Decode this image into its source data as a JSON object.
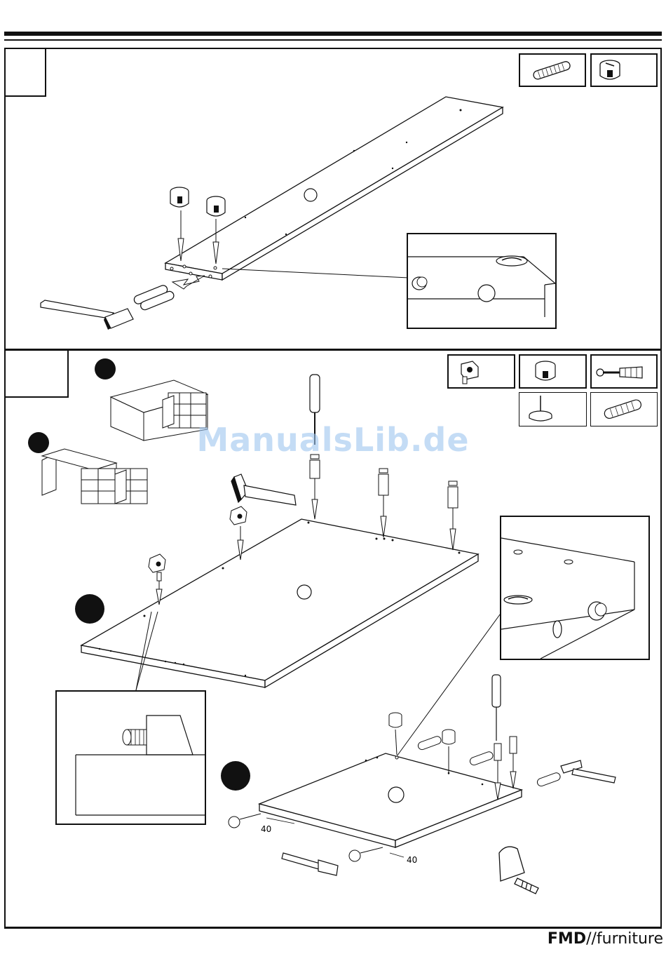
{
  "document": {
    "watermark": "ManualsLib.de",
    "footer": {
      "brand_bold": "FMD",
      "brand_rest": "//furniture"
    },
    "step2": {
      "dimension_label_1": "40",
      "dimension_label_2": "40"
    }
  }
}
